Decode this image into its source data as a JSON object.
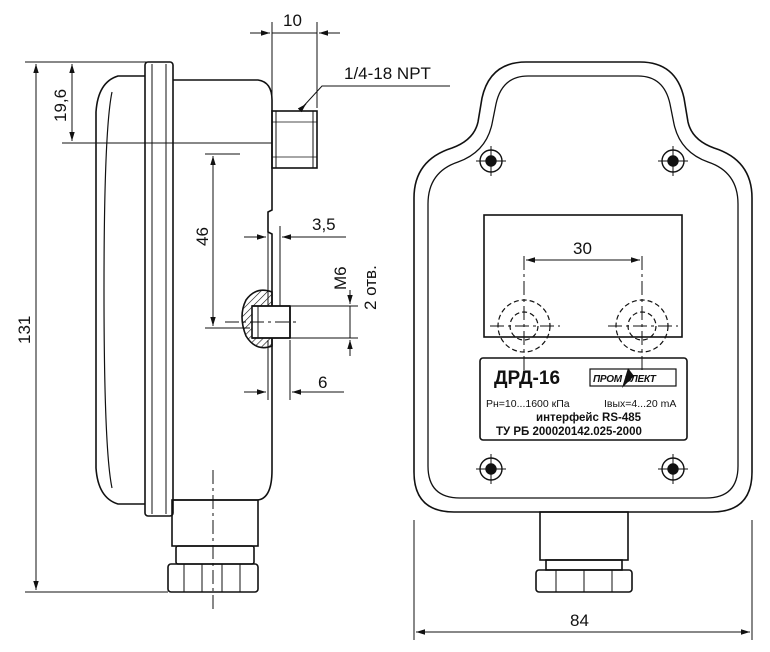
{
  "dimensions": {
    "total_height": "131",
    "total_width": "84",
    "fitting_width": "10",
    "top_offset": "19,6",
    "mount_spacing_vertical": "46",
    "wall_thickness": "3,5",
    "hole_depth": "6",
    "mount_spacing_horizontal": "30"
  },
  "labels": {
    "thread": "1/4-18 NPT",
    "mount_thread": "M6",
    "mount_holes": "2 отв."
  },
  "nameplate": {
    "model": "ДРД-16",
    "brand_logo_text": "ПРОМ ЭЛЕКТ",
    "line1_left": "Рн=10...1600 кПа",
    "line1_right": "Iвых=4...20 mA",
    "line2": "интерфейс RS-485",
    "line3": "ТУ РБ 200020142.025-2000"
  },
  "colors": {
    "stroke": "#111111",
    "background": "#ffffff"
  }
}
